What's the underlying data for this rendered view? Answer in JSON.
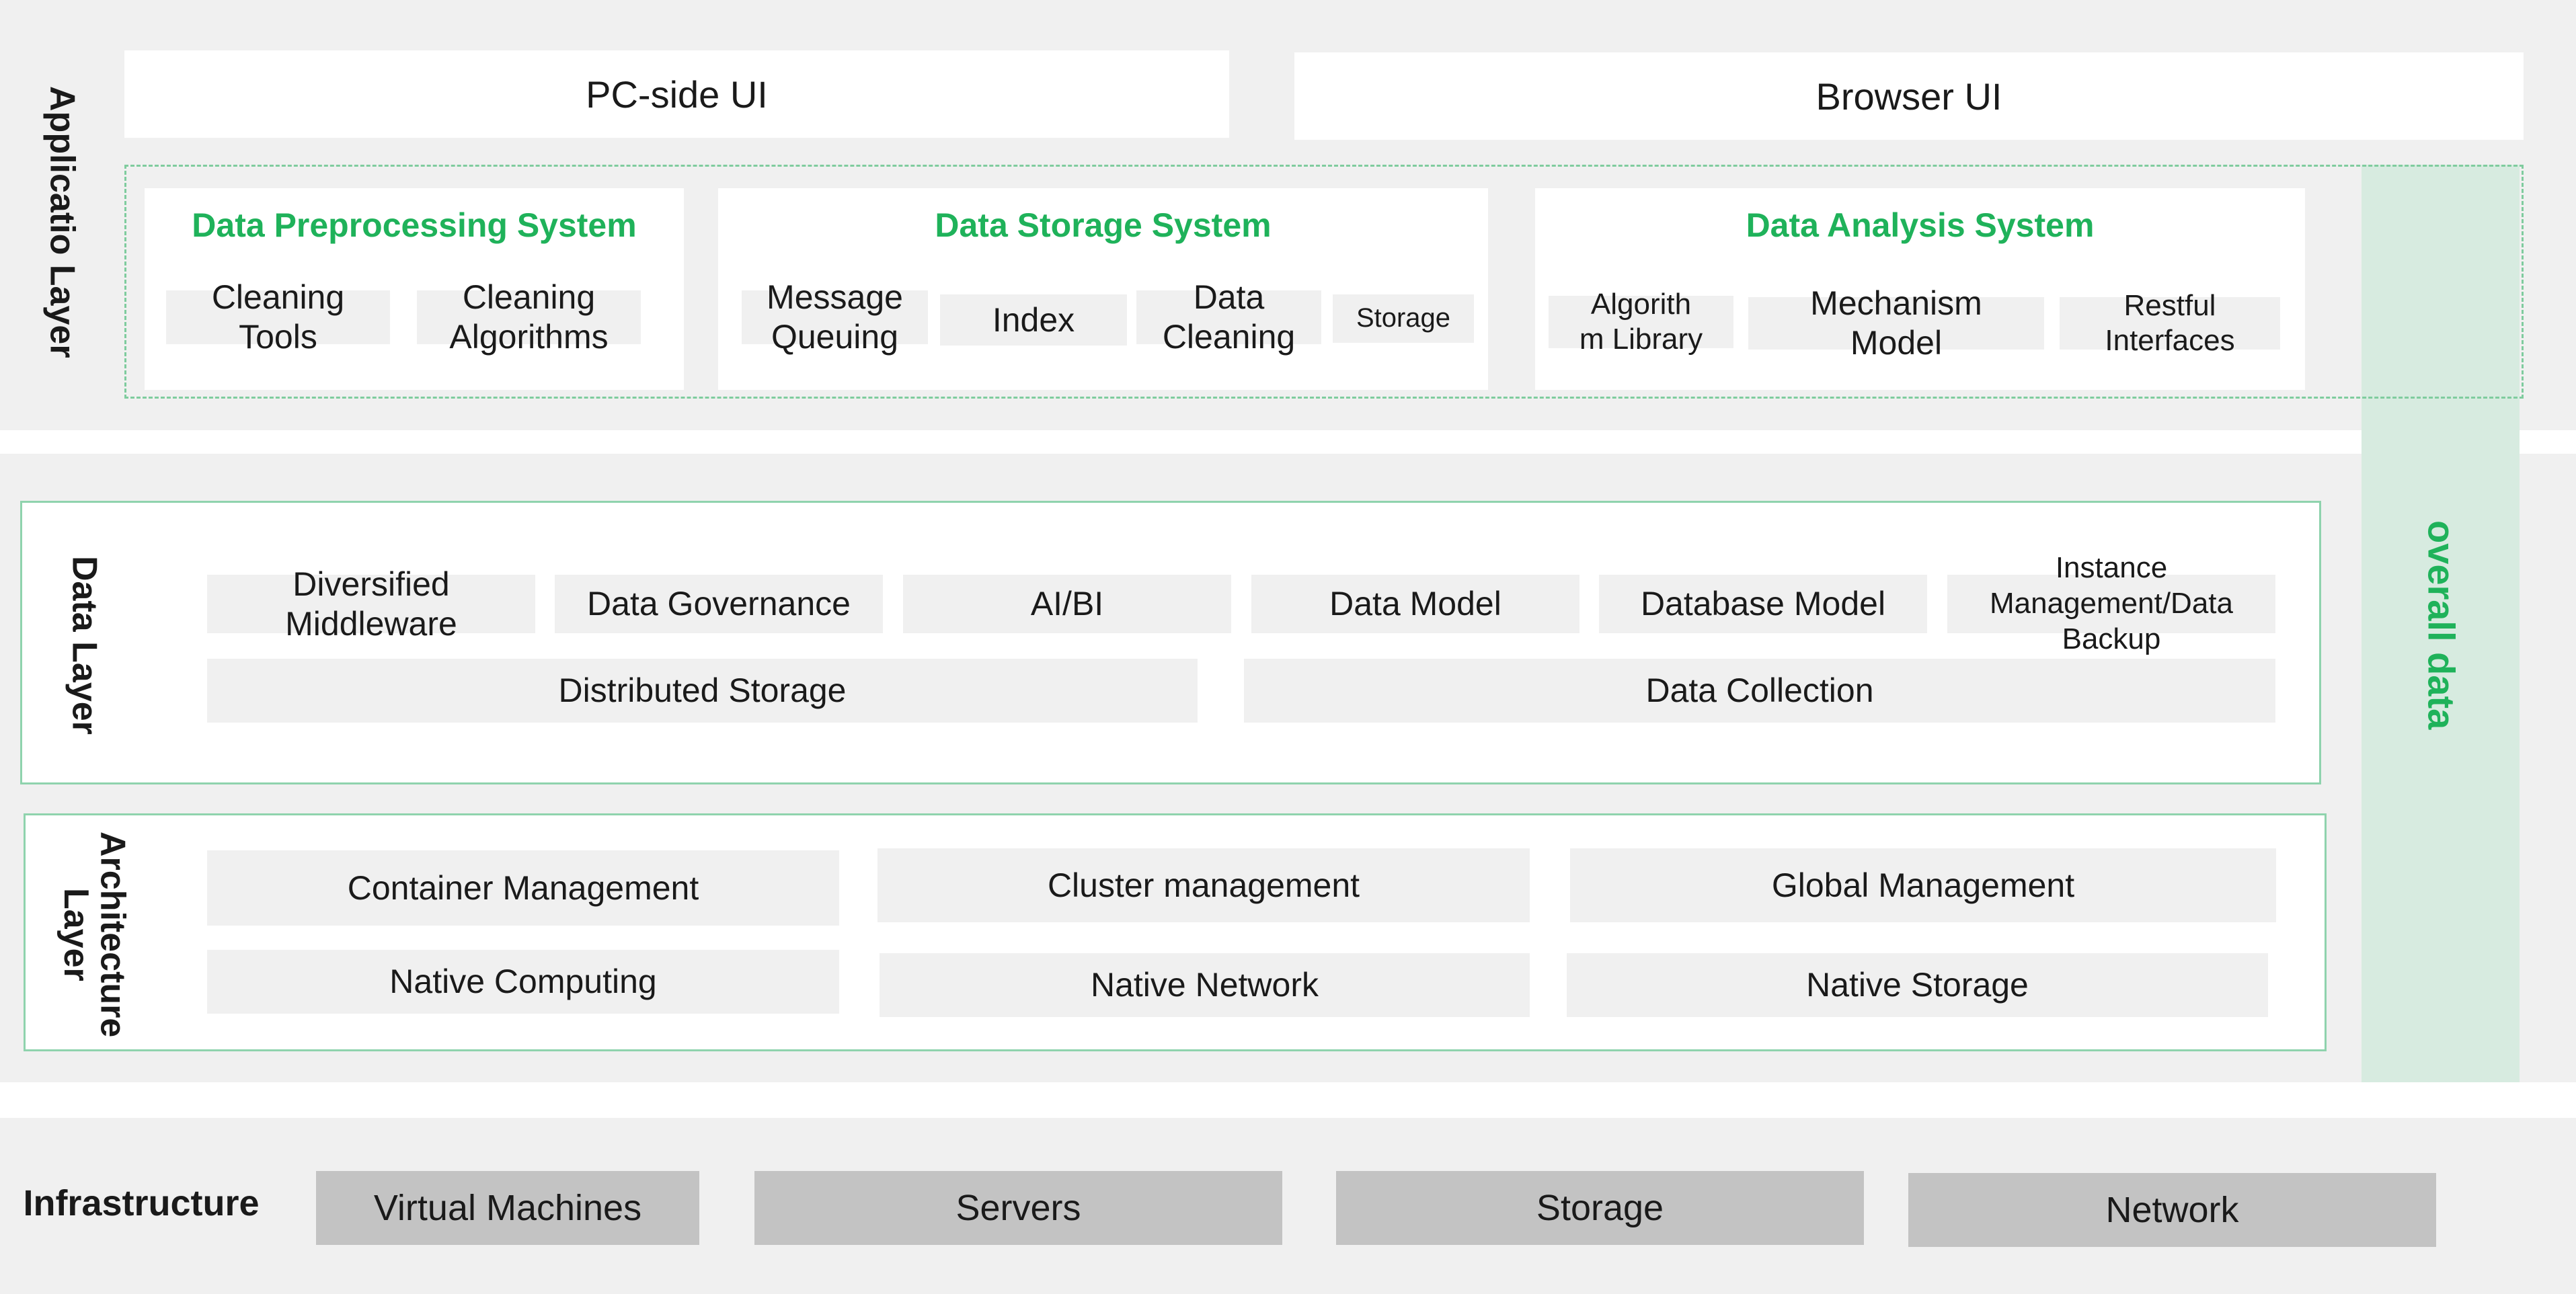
{
  "colors": {
    "accent_green": "#1fb25a",
    "band_gray": "#f0f0f0",
    "overall_bar": "#d7ebe0",
    "infra_chip": "#c3c3c3",
    "frame_green": "#8fd3ad"
  },
  "application_layer": {
    "label": "Applicatio Layer",
    "pc_ui": "PC-side UI",
    "browser_ui": "Browser UI",
    "systems": [
      {
        "title": "Data Preprocessing System",
        "items": [
          "Cleaning Tools",
          "Cleaning Algorithms"
        ]
      },
      {
        "title": "Data Storage System",
        "items": [
          "Message Queuing",
          "Index",
          "Data Cleaning",
          "Storage"
        ]
      },
      {
        "title": "Data Analysis System",
        "items": [
          "Algorithm Library",
          "Mechanism Model",
          "Restful Interfaces"
        ]
      }
    ],
    "algorithm_lines": [
      "Algorith",
      "m Library"
    ]
  },
  "overall_data": "overall data",
  "data_layer": {
    "label": "Data Layer",
    "row1": [
      "Diversified Middleware",
      "Data Governance",
      "AI/BI",
      "Data Model",
      "Database Model",
      "Instance Management/Data Backup"
    ],
    "row2": [
      "Distributed Storage",
      "Data Collection"
    ]
  },
  "architecture_layer": {
    "label": "Architecture Layer",
    "row1": [
      "Container Management",
      "Cluster management",
      "Global Management"
    ],
    "row2": [
      "Native Computing",
      "Native Network",
      "Native Storage"
    ]
  },
  "infrastructure": {
    "label": "Infrastructure",
    "items": [
      "Virtual Machines",
      "Servers",
      "Storage",
      "Network"
    ]
  }
}
